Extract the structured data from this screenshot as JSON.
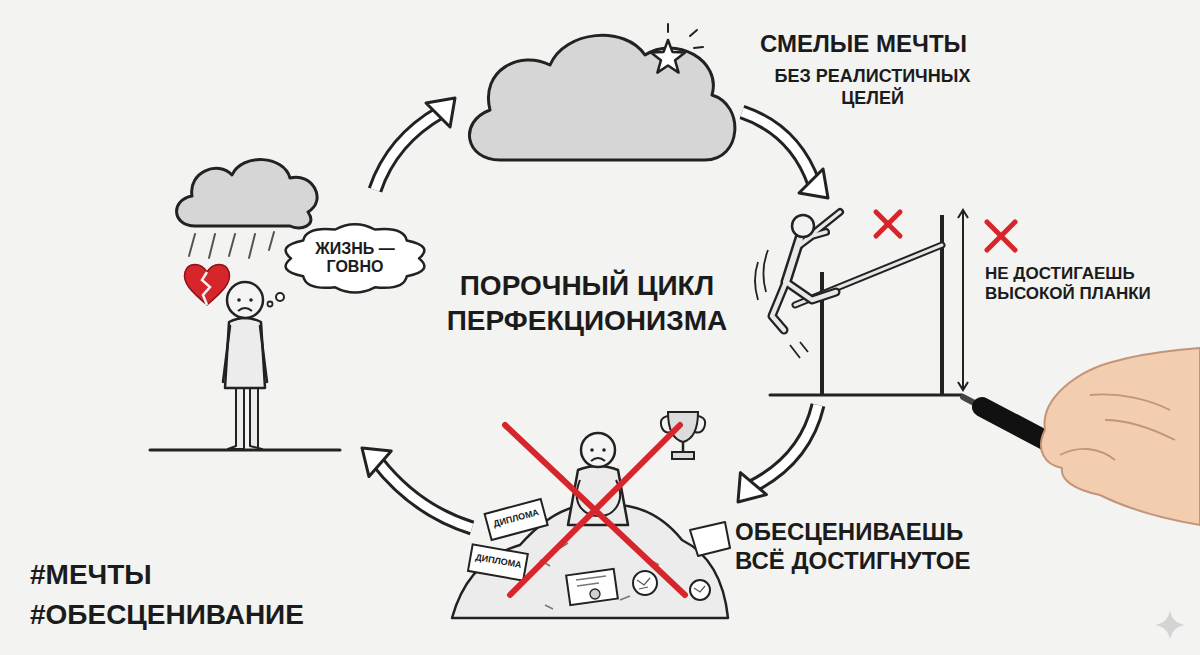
{
  "diagram": {
    "title": "ПОРОЧНЫЙ ЦИКЛ ПЕРФЕКЦИОНИЗМА",
    "nodes": [
      {
        "text": [
          "ЖИЗНЬ — ГОВНО"
        ]
      }
    ],
    "labels": [
      "СМЕЛЫЕ МЕЧТЫ",
      "БЕЗ РЕАЛИСТИЧНЫХ ЦЕЛЕЙ",
      "НЕ ДОСТИГАЕШЬ ВЫСОКОЙ ПЛАНКИ",
      "ДИПЛОМА",
      "ДИПЛОМА",
      "ОБЕСЦЕНИВАЕШЬ ВСЁ ДОСТИГНУТОЕ",
      "#МЕЧТЫ",
      "#ОБЕСЦЕНИВАНИЕ"
    ]
  }
}
